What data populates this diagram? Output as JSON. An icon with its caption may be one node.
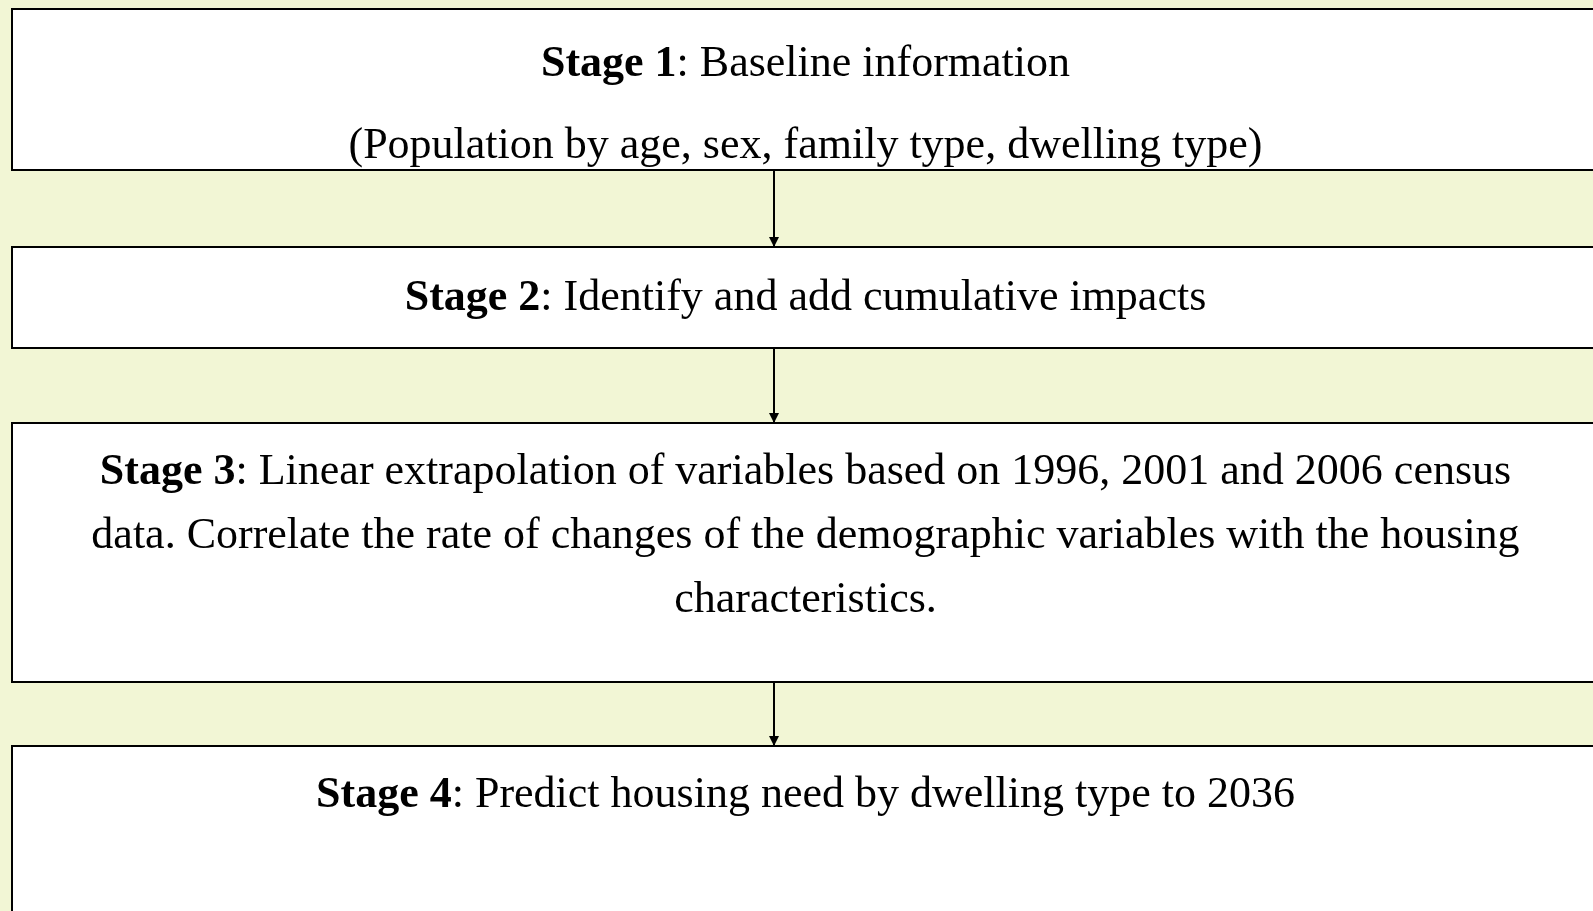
{
  "diagram": {
    "nodes": [
      {
        "text": [
          "**Stage 1**: Baseline information",
          "(Population by age, sex, family type, dwelling type)"
        ]
      },
      {
        "text": [
          "**Stage 2**: Identify and add cumulative impacts"
        ]
      },
      {
        "text": [
          "**Stage 3**: Linear extrapolation of variables based on 1996, 2001 and 2006 census data. Correlate the rate of changes of the demographic variables with the housing characteristics."
        ]
      },
      {
        "text": [
          "**Stage 4**: Predict housing need by dwelling type to 2036"
        ]
      }
    ],
    "edges": [
      {
        "from": 0,
        "to": 1,
        "arrow": "to"
      },
      {
        "from": 1,
        "to": 2,
        "arrow": "to"
      },
      {
        "from": 2,
        "to": 3,
        "arrow": "to"
      }
    ]
  }
}
